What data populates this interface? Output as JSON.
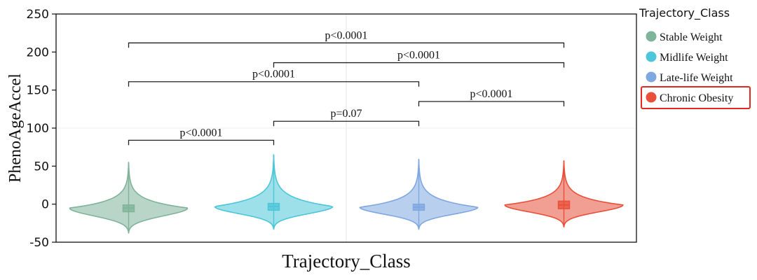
{
  "chart_data": {
    "type": "violin",
    "xlabel": "Trajectory_Class",
    "ylabel": "PhenoAgeAccel",
    "ylim": [
      -50,
      250
    ],
    "yticks": [
      -50,
      0,
      50,
      100,
      150,
      200,
      250
    ],
    "grid": true,
    "legend": {
      "title": "Trajectory_Class",
      "placement": "right",
      "highlighted": "Chronic Obesity"
    },
    "categories": [
      "Stable Weight",
      "Midlife Weight",
      "Late-life Weight",
      "Chronic Obesity"
    ],
    "series": [
      {
        "name": "Stable Weight",
        "color": "#7fb39a",
        "min": -38,
        "max": 55,
        "q1": -10,
        "median": -5,
        "q3": -1,
        "halfwidth": 0.4
      },
      {
        "name": "Midlife Weight",
        "color": "#4cc6d8",
        "min": -33,
        "max": 65,
        "q1": -8,
        "median": -3,
        "q3": 1,
        "halfwidth": 0.4
      },
      {
        "name": "Late-life Weight",
        "color": "#7fa7e0",
        "min": -33,
        "max": 59,
        "q1": -8,
        "median": -4,
        "q3": 0,
        "halfwidth": 0.4
      },
      {
        "name": "Chronic Obesity",
        "color": "#e8503a",
        "min": -30,
        "max": 57,
        "q1": -6,
        "median": -1,
        "q3": 4,
        "halfwidth": 0.4
      }
    ],
    "comparisons": [
      {
        "from": 0,
        "to": 3,
        "y": 212,
        "label": "p<0.0001"
      },
      {
        "from": 1,
        "to": 3,
        "y": 186,
        "label": "p<0.0001"
      },
      {
        "from": 0,
        "to": 2,
        "y": 161,
        "label": "p<0.0001"
      },
      {
        "from": 2,
        "to": 3,
        "y": 135,
        "label": "p<0.0001"
      },
      {
        "from": 1,
        "to": 2,
        "y": 109,
        "label": "p=0.07"
      },
      {
        "from": 0,
        "to": 1,
        "y": 84,
        "label": "p<0.0001"
      }
    ]
  }
}
